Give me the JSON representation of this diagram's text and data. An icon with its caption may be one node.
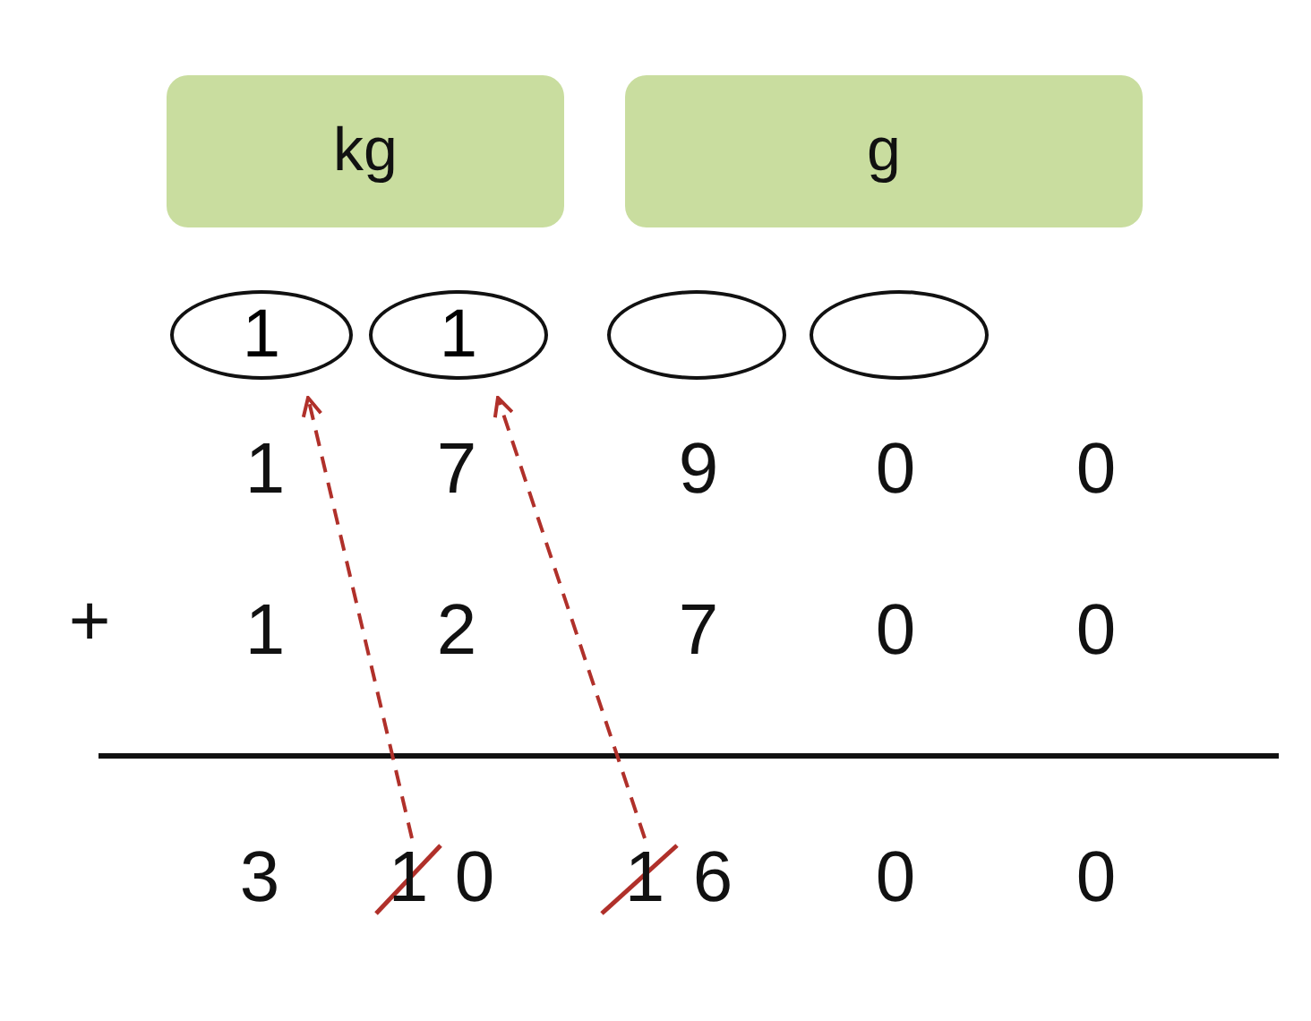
{
  "diagram": {
    "nodes": [
      {
        "text": [
          "kg"
        ]
      },
      {
        "text": [
          "g"
        ]
      },
      {
        "text": [
          "1"
        ]
      },
      {
        "text": [
          "1"
        ]
      },
      {
        "text": [],
        "shape": "ellipse"
      },
      {
        "text": [],
        "shape": "ellipse"
      },
      {
        "text": [
          "1"
        ]
      },
      {
        "text": [
          "1"
        ]
      }
    ],
    "edges": [
      {
        "from": 6,
        "to": 2,
        "arrow": "to",
        "style": "dashed"
      },
      {
        "from": 7,
        "to": 3,
        "arrow": "to",
        "style": "dashed"
      }
    ],
    "labels": [
      "1",
      "7",
      "9",
      "0",
      "0",
      "+",
      "1",
      "2",
      "7",
      "0",
      "0",
      "3",
      "0",
      "6",
      "0",
      "0"
    ]
  }
}
